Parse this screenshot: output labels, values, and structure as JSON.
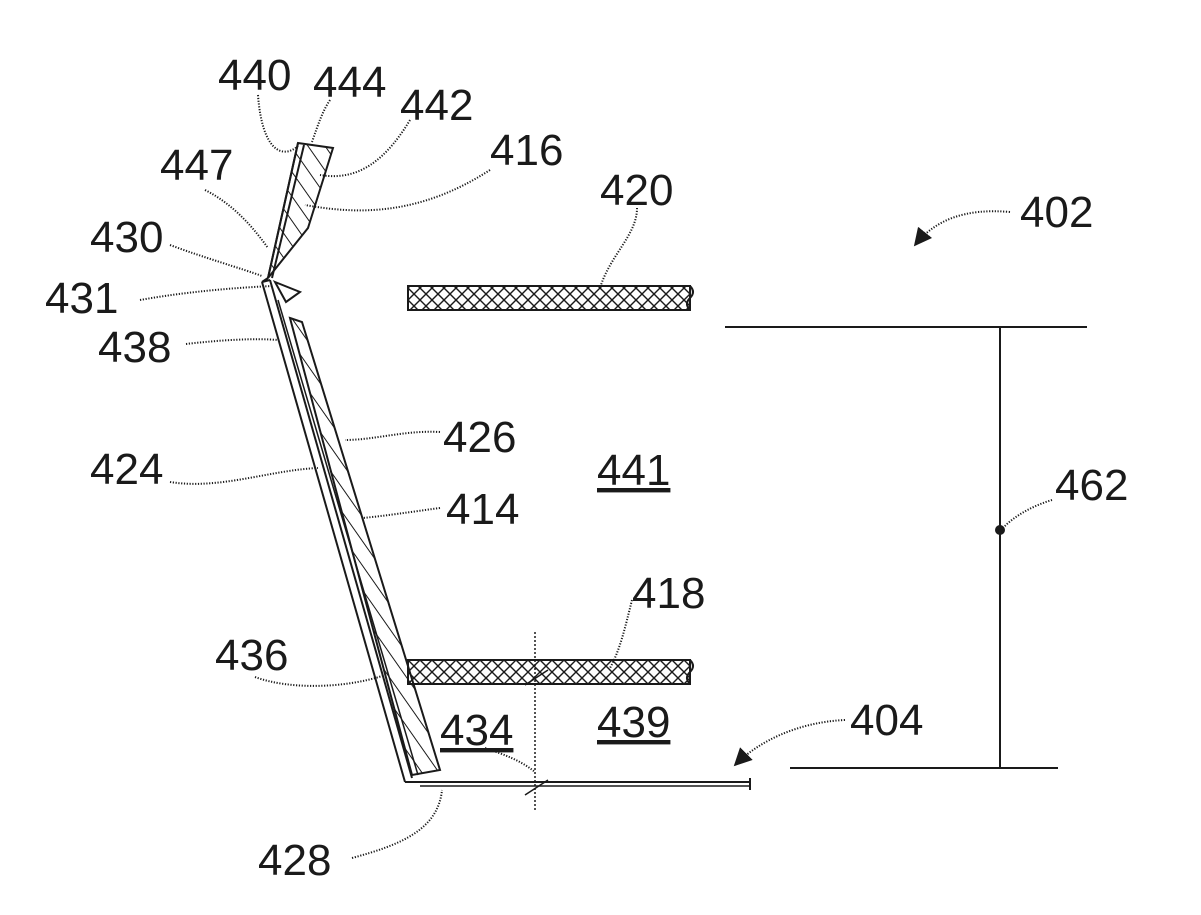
{
  "figure": {
    "labels": {
      "l440": "440",
      "l444": "444",
      "l442": "442",
      "l416": "416",
      "l447": "447",
      "l430": "430",
      "l431": "431",
      "l438": "438",
      "l420": "420",
      "l402": "402",
      "l426": "426",
      "l424": "424",
      "l441": "441",
      "l414": "414",
      "l462": "462",
      "l418": "418",
      "l436": "436",
      "l434": "434",
      "l439": "439",
      "l404": "404",
      "l428": "428"
    }
  }
}
